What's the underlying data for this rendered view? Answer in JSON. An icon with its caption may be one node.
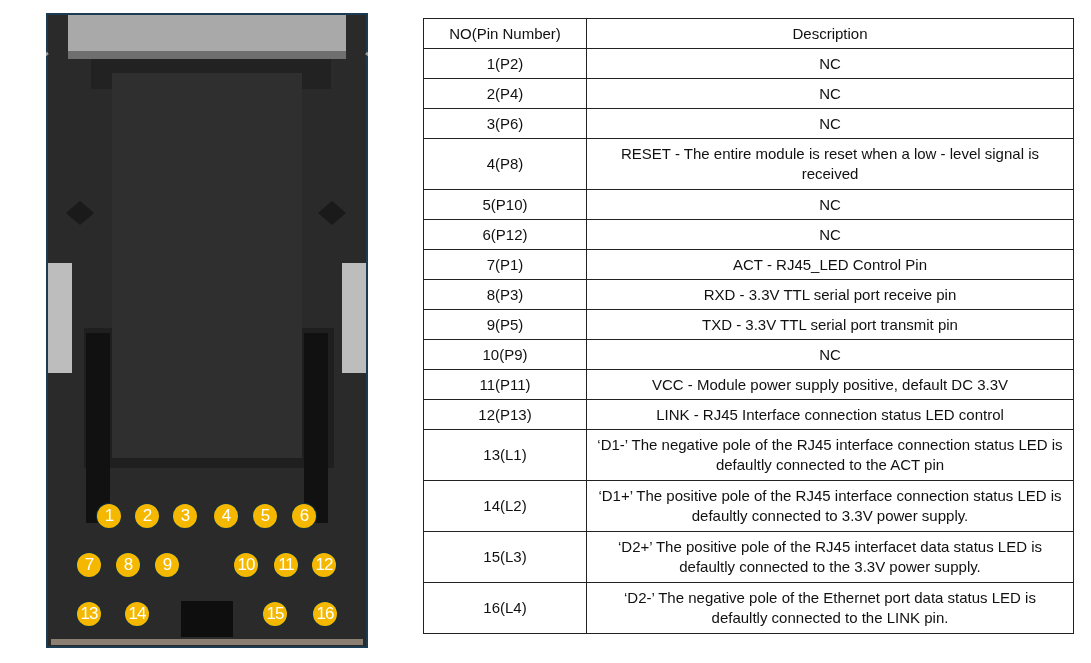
{
  "diagram": {
    "nodes": [
      {
        "text": [
          "1"
        ]
      },
      {
        "text": [
          "2"
        ]
      },
      {
        "text": [
          "3"
        ]
      },
      {
        "text": [
          "4"
        ]
      },
      {
        "text": [
          "5"
        ]
      },
      {
        "text": [
          "6"
        ]
      },
      {
        "text": [
          "7"
        ]
      },
      {
        "text": [
          "8"
        ]
      },
      {
        "text": [
          "9"
        ]
      },
      {
        "text": [
          "10"
        ]
      },
      {
        "text": [
          "11"
        ]
      },
      {
        "text": [
          "12"
        ]
      },
      {
        "text": [
          "13"
        ]
      },
      {
        "text": [
          "14"
        ]
      },
      {
        "text": [
          "15"
        ]
      },
      {
        "text": [
          "16"
        ]
      }
    ],
    "edges": [],
    "labels": [
      "NO(Pin Number)",
      "Description",
      "1(P2)",
      "NC",
      "2(P4)",
      "NC",
      "3(P6)",
      "NC",
      "4(P8)",
      "RESET - The entire module is reset when a low - level signal is received",
      "5(P10)",
      "NC",
      "6(P12)",
      "NC",
      "7(P1)",
      "ACT - RJ45_LED Control Pin",
      "8(P3)",
      "RXD - 3.3V TTL serial port receive pin",
      "9(P5)",
      "TXD - 3.3V TTL serial port transmit pin",
      "10(P9)",
      "NC",
      "11(P11)",
      "VCC - Module power supply positive, default DC 3.3V",
      "12(P13)",
      "LINK - RJ45 Interface connection status LED control",
      "13(L1)",
      "‘D1-’ The negative pole of the RJ45 interface connection status LED is defaultly connected to the ACT pin",
      "14(L2)",
      "‘D1+’ The positive pole of the RJ45 interface connection status LED is defaultly connected to 3.3V power supply.",
      "15(L3)",
      "‘D2+’ The positive pole of the RJ45 interfacet data status LED is defaultly connected to the 3.3V power supply.",
      "16(L4)",
      "‘D2-’ The negative pole of the Ethernet port data status LED is defaultly connected to the LINK pin."
    ]
  }
}
